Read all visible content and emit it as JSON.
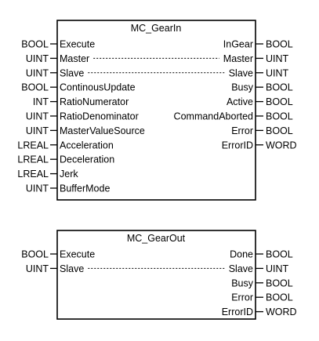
{
  "blocks": [
    {
      "title": "MC_GearIn",
      "inputs": [
        {
          "type": "BOOL",
          "name": "Execute"
        },
        {
          "type": "UINT",
          "name": "Master"
        },
        {
          "type": "UINT",
          "name": "Slave"
        },
        {
          "type": "BOOL",
          "name": "ContinousUpdate"
        },
        {
          "type": "INT",
          "name": "RatioNumerator"
        },
        {
          "type": "UINT",
          "name": "RatioDenominator"
        },
        {
          "type": "UINT",
          "name": "MasterValueSource"
        },
        {
          "type": "LREAL",
          "name": "Acceleration"
        },
        {
          "type": "LREAL",
          "name": "Deceleration"
        },
        {
          "type": "LREAL",
          "name": "Jerk"
        },
        {
          "type": "UINT",
          "name": "BufferMode"
        }
      ],
      "outputs": [
        {
          "type": "BOOL",
          "name": "InGear"
        },
        {
          "type": "UINT",
          "name": "Master"
        },
        {
          "type": "UINT",
          "name": "Slave"
        },
        {
          "type": "BOOL",
          "name": "Busy"
        },
        {
          "type": "BOOL",
          "name": "Active"
        },
        {
          "type": "BOOL",
          "name": "CommandAborted"
        },
        {
          "type": "BOOL",
          "name": "Error"
        },
        {
          "type": "WORD",
          "name": "ErrorID"
        }
      ],
      "in_out_links": [
        "Master",
        "Slave"
      ]
    },
    {
      "title": "MC_GearOut",
      "inputs": [
        {
          "type": "BOOL",
          "name": "Execute"
        },
        {
          "type": "UINT",
          "name": "Slave"
        }
      ],
      "outputs": [
        {
          "type": "BOOL",
          "name": "Done"
        },
        {
          "type": "UINT",
          "name": "Slave"
        },
        {
          "type": "BOOL",
          "name": "Busy"
        },
        {
          "type": "BOOL",
          "name": "Error"
        },
        {
          "type": "WORD",
          "name": "ErrorID"
        }
      ],
      "in_out_links": [
        "Slave"
      ]
    }
  ]
}
